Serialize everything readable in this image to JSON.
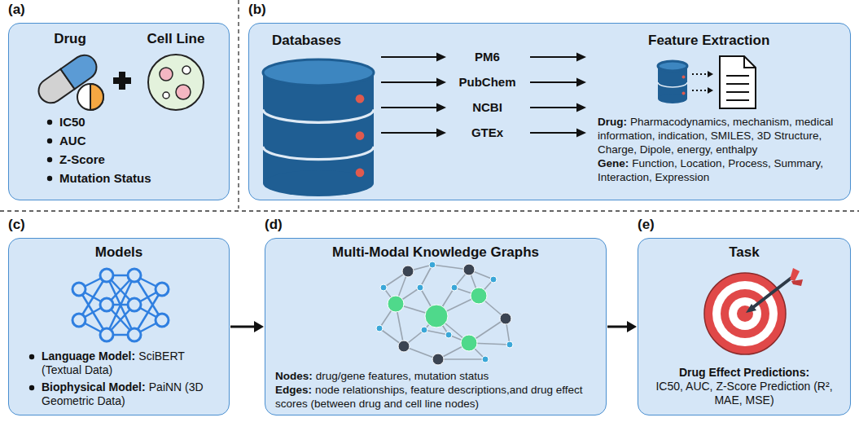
{
  "diagram": {
    "nodes": [
      {
        "text": [
          "(a)",
          "Drug",
          "Cell Line",
          "IC50",
          "AUC",
          "Z-Score",
          "Mutation Status"
        ]
      },
      {
        "text": [
          "(b)",
          "Databases",
          "Feature Extraction",
          "PM6",
          "PubChem",
          "NCBI",
          "GTEx",
          "Drug:",
          "Pharmacodynamics, mechanism, medical information, indication, SMILES, 3D Structure, Charge, Dipole, energy, enthalpy",
          "Gene:",
          "Function, Location, Process, Summary, Interaction, Expression"
        ]
      },
      {
        "text": [
          "(c)",
          "Models",
          "Language Model:",
          "SciBERT (Textual Data)",
          "Biophysical Model:",
          "PaiNN (3D Geometric Data)"
        ]
      },
      {
        "text": [
          "(d)",
          "Multi-Modal Knowledge Graphs",
          "Nodes:",
          "drug/gene features, mutation status",
          "Edges:",
          "node relationships, feature descriptions,and drug effect scores (between drug and cell line nodes)"
        ]
      },
      {
        "text": [
          "(e)",
          "Task",
          "Drug Effect Predictions:",
          "IC50, AUC, Z-Score Prediction (R², MAE, MSE)"
        ]
      }
    ],
    "edges": [
      {
        "from": 2,
        "to": 3,
        "arrow": "to"
      },
      {
        "from": 3,
        "to": 4,
        "arrow": "to"
      }
    ]
  }
}
